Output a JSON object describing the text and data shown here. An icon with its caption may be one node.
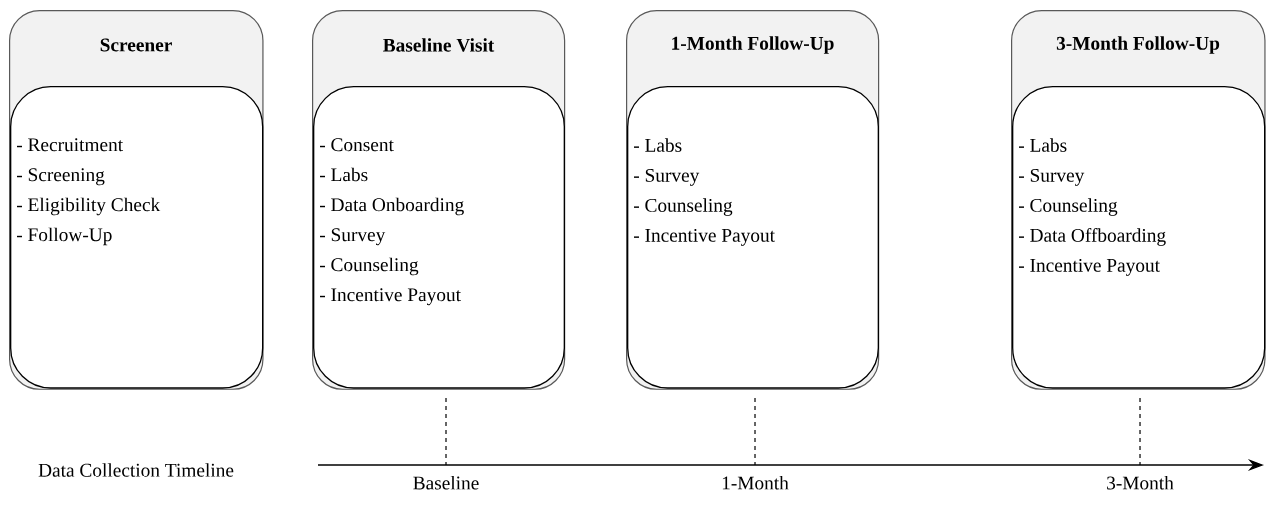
{
  "diagram": {
    "nodes": [
      {
        "text": [
          "Screener"
        ]
      },
      {
        "text": [
          "- Recruitment",
          "- Screening",
          "- Eligibility Check",
          "- Follow-Up"
        ],
        "in": 0
      },
      {
        "text": [
          "Baseline Visit"
        ]
      },
      {
        "text": [
          "- Consent",
          "- Labs",
          "- Data Onboarding",
          "- Survey",
          "- Counseling",
          "- Incentive Payout"
        ],
        "in": 2
      },
      {
        "text": [
          "1-Month Follow-Up"
        ]
      },
      {
        "text": [
          "- Labs",
          "- Survey",
          "- Counseling",
          "- Incentive Payout"
        ],
        "in": 4
      },
      {
        "text": [
          "3-Month Follow-Up"
        ]
      },
      {
        "text": [
          "- Labs",
          "- Survey",
          "- Counseling",
          "- Data Offboarding",
          "- Incentive Payout"
        ],
        "in": 6
      },
      {
        "text": [
          "Baseline"
        ]
      },
      {
        "text": [
          "1-Month"
        ]
      },
      {
        "text": [
          "3-Month"
        ]
      }
    ],
    "edges": [
      {
        "from": 3,
        "to": 8,
        "arrow": "none",
        "style": "dashed"
      },
      {
        "from": 5,
        "to": 9,
        "arrow": "none",
        "style": "dashed"
      },
      {
        "from": 7,
        "to": 10,
        "arrow": "none",
        "style": "dashed"
      }
    ],
    "labels": [
      "Data Collection Timeline"
    ]
  }
}
